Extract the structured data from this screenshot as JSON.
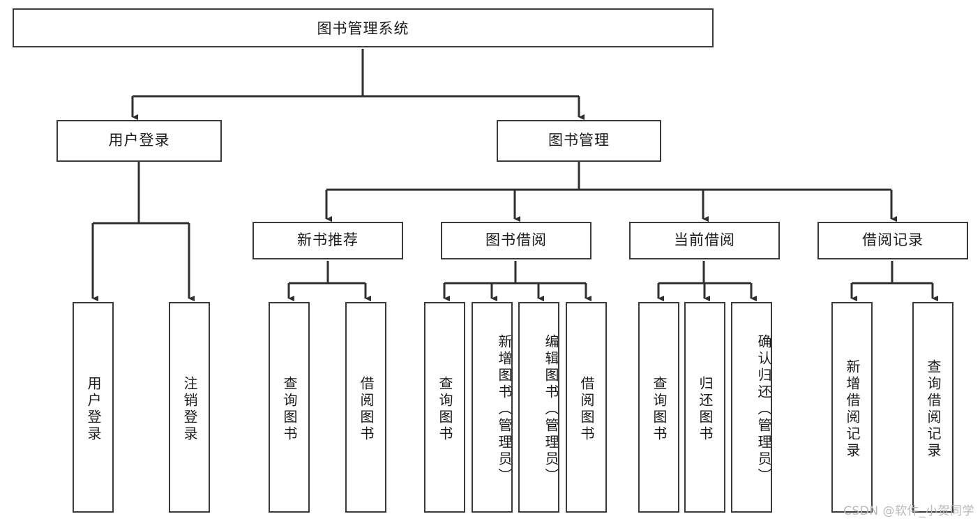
{
  "diagram": {
    "title": "图书管理系统",
    "type": "tree-hierarchy-chart",
    "watermark": "CSDN @软件_小贺同学",
    "colors": {
      "background": "#ffffff",
      "box_border": "#3a3a3a",
      "connector": "#2f2f2f",
      "text": "#1c1c1c",
      "watermark": "#b9b9b9"
    },
    "root": {
      "id": "root",
      "label": "图书管理系统",
      "orientation": "horizontal"
    },
    "level1": [
      {
        "id": "user-login",
        "label": "用户登录",
        "orientation": "horizontal"
      },
      {
        "id": "book-manage",
        "label": "图书管理",
        "orientation": "horizontal"
      }
    ],
    "level2": [
      {
        "id": "new-book-recommend",
        "label": "新书推荐",
        "parent": "book-manage",
        "orientation": "horizontal"
      },
      {
        "id": "book-borrow",
        "label": "图书借阅",
        "parent": "book-manage",
        "orientation": "horizontal"
      },
      {
        "id": "current-borrow",
        "label": "当前借阅",
        "parent": "book-manage",
        "orientation": "horizontal"
      },
      {
        "id": "borrow-record",
        "label": "借阅记录",
        "parent": "book-manage",
        "orientation": "horizontal"
      }
    ],
    "leaves": [
      {
        "id": "leaf-user-login",
        "label": "用户登录",
        "parent": "user-login",
        "orientation": "vertical"
      },
      {
        "id": "leaf-user-logout",
        "label": "注销登录",
        "parent": "user-login",
        "orientation": "vertical"
      },
      {
        "id": "leaf-query-book-1",
        "label": "查询图书",
        "parent": "new-book-recommend",
        "orientation": "vertical"
      },
      {
        "id": "leaf-borrow-book-1",
        "label": "借阅图书",
        "parent": "new-book-recommend",
        "orientation": "vertical"
      },
      {
        "id": "leaf-query-book-2",
        "label": "查询图书",
        "parent": "book-borrow",
        "orientation": "vertical"
      },
      {
        "id": "leaf-add-book",
        "label": "新增图书（管理员）",
        "parent": "book-borrow",
        "orientation": "vertical"
      },
      {
        "id": "leaf-edit-book",
        "label": "编辑图书（管理员）",
        "parent": "book-borrow",
        "orientation": "vertical"
      },
      {
        "id": "leaf-borrow-book-2",
        "label": "借阅图书",
        "parent": "book-borrow",
        "orientation": "vertical"
      },
      {
        "id": "leaf-query-book-3",
        "label": "查询图书",
        "parent": "current-borrow",
        "orientation": "vertical"
      },
      {
        "id": "leaf-return-book",
        "label": "归还图书",
        "parent": "current-borrow",
        "orientation": "vertical"
      },
      {
        "id": "leaf-confirm-return",
        "label": "确认归还（管理员）",
        "parent": "current-borrow",
        "orientation": "vertical"
      },
      {
        "id": "leaf-add-record",
        "label": "新增借阅记录",
        "parent": "borrow-record",
        "orientation": "vertical"
      },
      {
        "id": "leaf-query-record",
        "label": "查询借阅记录",
        "parent": "borrow-record",
        "orientation": "vertical"
      }
    ]
  }
}
